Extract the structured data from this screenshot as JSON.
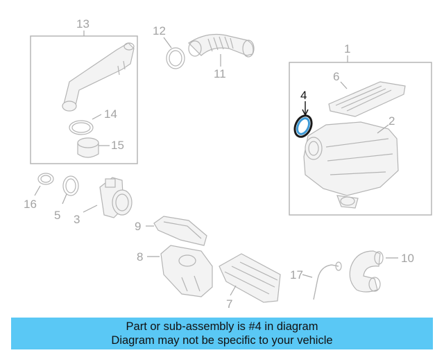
{
  "diagram": {
    "callouts": {
      "c1": "1",
      "c2": "2",
      "c3": "3",
      "c4": "4",
      "c5": "5",
      "c6": "6",
      "c7": "7",
      "c8": "8",
      "c9": "9",
      "c10": "10",
      "c11": "11",
      "c12": "12",
      "c13": "13",
      "c14": "14",
      "c15": "15",
      "c16": "16",
      "c17": "17"
    },
    "highlight_color": "#3e9ad6",
    "part_color": "#b4b4b4"
  },
  "banner": {
    "line1": "Part or sub-assembly is #4 in diagram",
    "line2": "Diagram may not be specific to your vehicle",
    "background": "#5ac8f5"
  }
}
